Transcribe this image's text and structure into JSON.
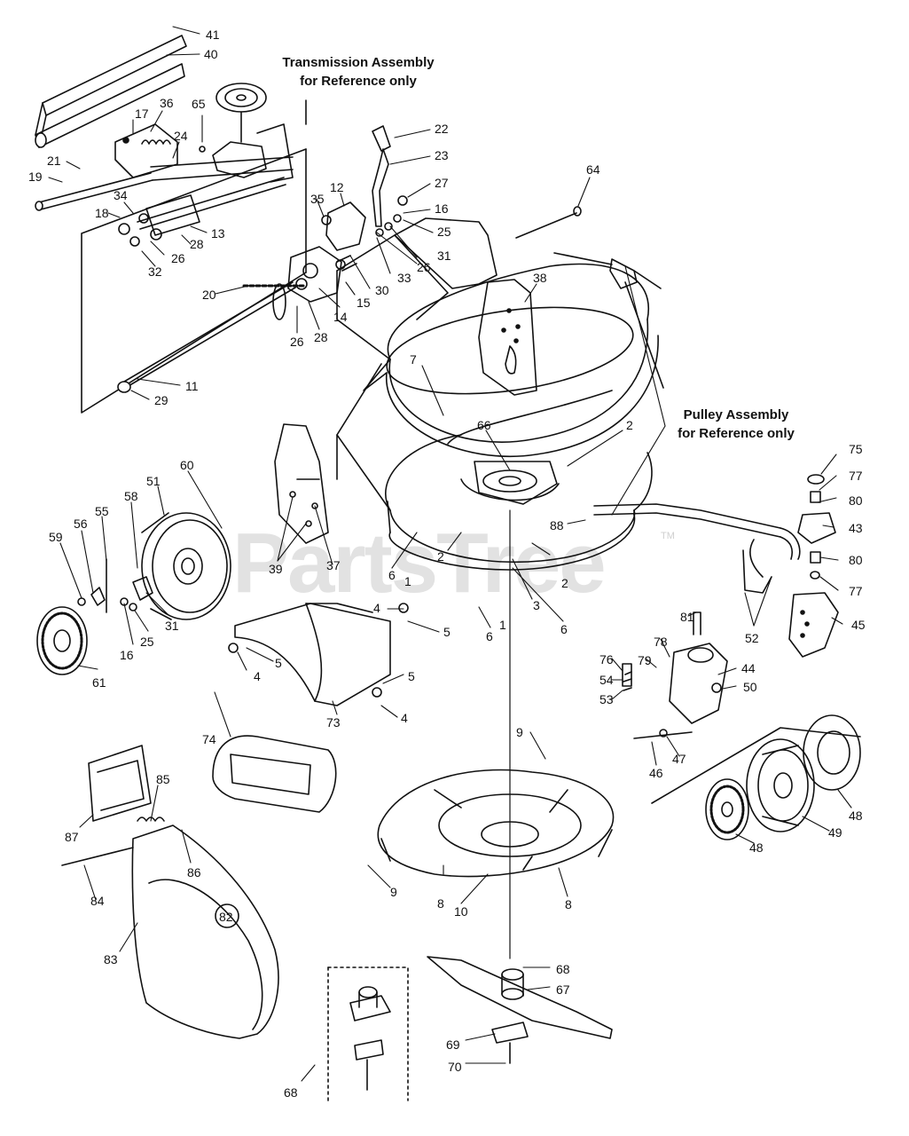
{
  "watermark": {
    "text": "PartsTree",
    "tm": "TM"
  },
  "notes": {
    "transmission": {
      "line1": "Transmission Assembly",
      "line2": "for Reference only"
    },
    "pulley": {
      "line1": "Pulley Assembly",
      "line2": "for Reference only"
    }
  },
  "callouts": [
    {
      "id": "c41",
      "text": "41"
    },
    {
      "id": "c40",
      "text": "40"
    },
    {
      "id": "c17",
      "text": "17"
    },
    {
      "id": "c36",
      "text": "36"
    },
    {
      "id": "c65",
      "text": "65"
    },
    {
      "id": "c24",
      "text": "24"
    },
    {
      "id": "c21",
      "text": "21"
    },
    {
      "id": "c19",
      "text": "19"
    },
    {
      "id": "c34",
      "text": "34"
    },
    {
      "id": "c18",
      "text": "18"
    },
    {
      "id": "c13",
      "text": "13"
    },
    {
      "id": "c28a",
      "text": "28"
    },
    {
      "id": "c26a",
      "text": "26"
    },
    {
      "id": "c32",
      "text": "32"
    },
    {
      "id": "c22",
      "text": "22"
    },
    {
      "id": "c23",
      "text": "23"
    },
    {
      "id": "c27",
      "text": "27"
    },
    {
      "id": "c16a",
      "text": "16"
    },
    {
      "id": "c25a",
      "text": "25"
    },
    {
      "id": "c31a",
      "text": "31"
    },
    {
      "id": "c26b",
      "text": "26"
    },
    {
      "id": "c33",
      "text": "33"
    },
    {
      "id": "c30",
      "text": "30"
    },
    {
      "id": "c35",
      "text": "35"
    },
    {
      "id": "c12",
      "text": "12"
    },
    {
      "id": "c20",
      "text": "20"
    },
    {
      "id": "c14",
      "text": "14"
    },
    {
      "id": "c15",
      "text": "15"
    },
    {
      "id": "c26c",
      "text": "26"
    },
    {
      "id": "c28b",
      "text": "28"
    },
    {
      "id": "c11",
      "text": "11"
    },
    {
      "id": "c29",
      "text": "29"
    },
    {
      "id": "c64",
      "text": "64"
    },
    {
      "id": "c38",
      "text": "38"
    },
    {
      "id": "c7",
      "text": "7"
    },
    {
      "id": "c66",
      "text": "66"
    },
    {
      "id": "c2a",
      "text": "2"
    },
    {
      "id": "c75",
      "text": "75"
    },
    {
      "id": "c77a",
      "text": "77"
    },
    {
      "id": "c80a",
      "text": "80"
    },
    {
      "id": "c43",
      "text": "43"
    },
    {
      "id": "c80b",
      "text": "80"
    },
    {
      "id": "c77b",
      "text": "77"
    },
    {
      "id": "c45",
      "text": "45"
    },
    {
      "id": "c52",
      "text": "52"
    },
    {
      "id": "c88",
      "text": "88"
    },
    {
      "id": "c51",
      "text": "51"
    },
    {
      "id": "c60",
      "text": "60"
    },
    {
      "id": "c58",
      "text": "58"
    },
    {
      "id": "c56",
      "text": "56"
    },
    {
      "id": "c55",
      "text": "55"
    },
    {
      "id": "c59",
      "text": "59"
    },
    {
      "id": "c39",
      "text": "39"
    },
    {
      "id": "c37",
      "text": "37"
    },
    {
      "id": "c6a",
      "text": "6"
    },
    {
      "id": "c1a",
      "text": "1"
    },
    {
      "id": "c2b",
      "text": "2"
    },
    {
      "id": "c2c",
      "text": "2"
    },
    {
      "id": "c3",
      "text": "3"
    },
    {
      "id": "c6b",
      "text": "6"
    },
    {
      "id": "c6c",
      "text": "6"
    },
    {
      "id": "c1b",
      "text": "1"
    },
    {
      "id": "c4a",
      "text": "4"
    },
    {
      "id": "c5a",
      "text": "5"
    },
    {
      "id": "c5b",
      "text": "5"
    },
    {
      "id": "c4b",
      "text": "4"
    },
    {
      "id": "c5c",
      "text": "5"
    },
    {
      "id": "c4c",
      "text": "4"
    },
    {
      "id": "c61",
      "text": "61"
    },
    {
      "id": "c16b",
      "text": "16"
    },
    {
      "id": "c25b",
      "text": "25"
    },
    {
      "id": "c31b",
      "text": "31"
    },
    {
      "id": "c73",
      "text": "73"
    },
    {
      "id": "c81",
      "text": "81"
    },
    {
      "id": "c78",
      "text": "78"
    },
    {
      "id": "c79",
      "text": "79"
    },
    {
      "id": "c76",
      "text": "76"
    },
    {
      "id": "c54",
      "text": "54"
    },
    {
      "id": "c53",
      "text": "53"
    },
    {
      "id": "c44",
      "text": "44"
    },
    {
      "id": "c50",
      "text": "50"
    },
    {
      "id": "c46",
      "text": "46"
    },
    {
      "id": "c47",
      "text": "47"
    },
    {
      "id": "c48a",
      "text": "48"
    },
    {
      "id": "c49",
      "text": "49"
    },
    {
      "id": "c48b",
      "text": "48"
    },
    {
      "id": "c9a",
      "text": "9"
    },
    {
      "id": "c74",
      "text": "74"
    },
    {
      "id": "c85",
      "text": "85"
    },
    {
      "id": "c87",
      "text": "87"
    },
    {
      "id": "c86",
      "text": "86"
    },
    {
      "id": "c84",
      "text": "84"
    },
    {
      "id": "c82",
      "text": "82"
    },
    {
      "id": "c83",
      "text": "83"
    },
    {
      "id": "c9b",
      "text": "9"
    },
    {
      "id": "c8a",
      "text": "8"
    },
    {
      "id": "c10",
      "text": "10"
    },
    {
      "id": "c8b",
      "text": "8"
    },
    {
      "id": "c68a",
      "text": "68"
    },
    {
      "id": "c67",
      "text": "67"
    },
    {
      "id": "c69",
      "text": "69"
    },
    {
      "id": "c70",
      "text": "70"
    },
    {
      "id": "c68b",
      "text": "68"
    }
  ]
}
